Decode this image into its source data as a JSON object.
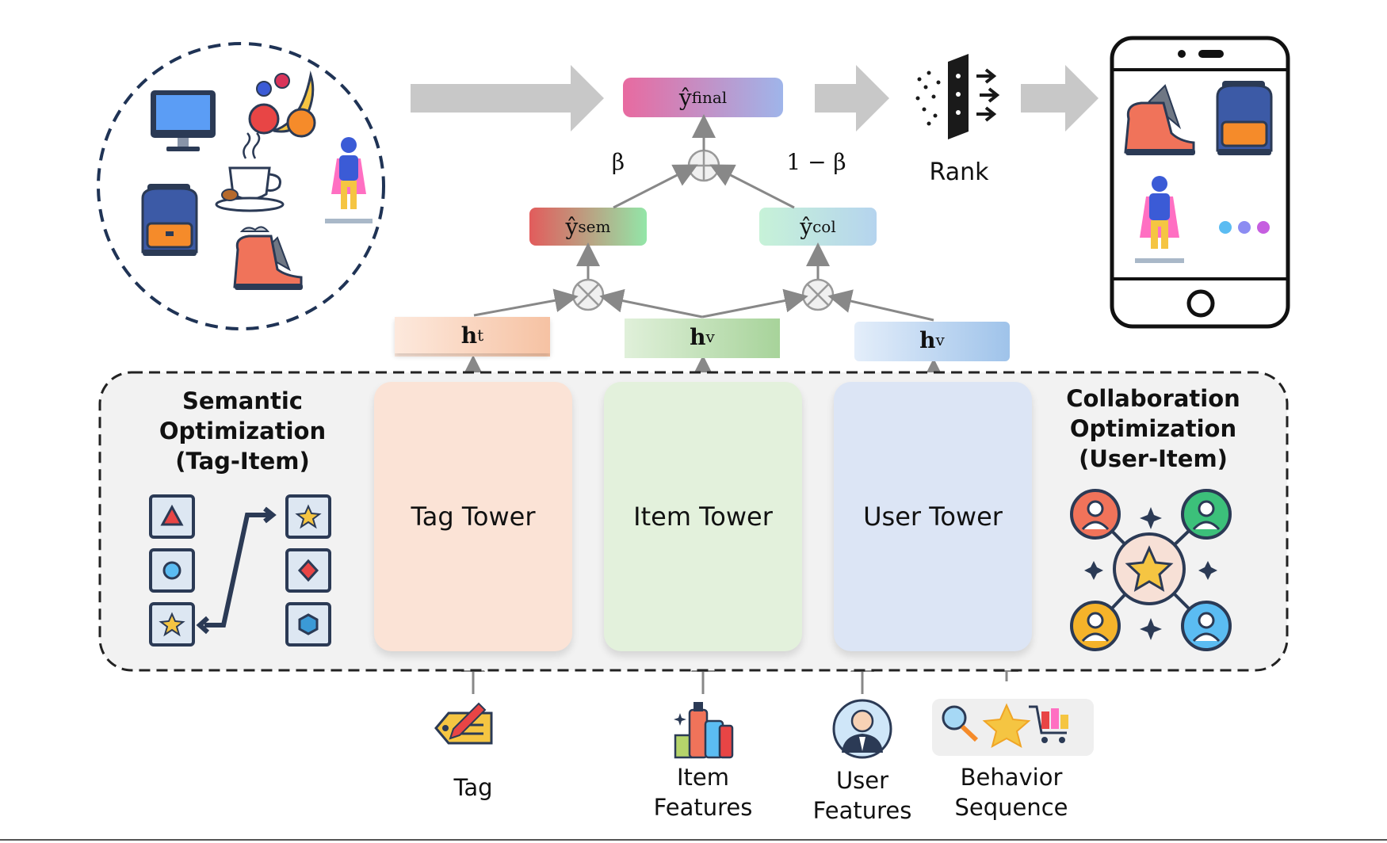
{
  "pipeline": {
    "y_final": {
      "base": "ŷ",
      "sub": "final"
    },
    "y_sem": {
      "base": "ŷ",
      "sub": "sem"
    },
    "y_col": {
      "base": "ŷ",
      "sub": "col"
    },
    "beta": "β",
    "one_minus_beta": "1 − β",
    "rank_label": "Rank"
  },
  "embeddings": {
    "ht": {
      "base": "h",
      "sub": "t"
    },
    "hv_item": {
      "base": "h",
      "sub": "v"
    },
    "hv_user": {
      "base": "h",
      "sub": "v"
    }
  },
  "towers": {
    "tag": "Tag Tower",
    "item": "Item Tower",
    "user": "User Tower"
  },
  "side_panels": {
    "semantic": [
      "Semantic",
      "Optimization",
      "(Tag-Item)"
    ],
    "collaboration": [
      "Collaboration",
      "Optimization",
      "(User-Item)"
    ]
  },
  "inputs": {
    "tag": "Tag",
    "item": [
      "Item",
      "Features"
    ],
    "user": [
      "User",
      "Features"
    ],
    "behavior": [
      "Behavior",
      "Sequence"
    ]
  },
  "colors": {
    "tag_tower": "#fbe3d6",
    "item_tower": "#e3f1dc",
    "user_tower": "#dce5f5",
    "arrow_gray": "#c8c8c8",
    "dark_navy": "#2b3a55"
  },
  "icons": [
    "monitor-icon",
    "fruit-icon",
    "coffee-icon",
    "backpack-icon",
    "superhero-icon",
    "boot-icon",
    "filter-rank-icon",
    "smartphone-icon",
    "tag-icon",
    "products-icon",
    "user-avatar-icon",
    "search-icon",
    "star-icon",
    "shopping-cart-icon",
    "network-users-icon"
  ]
}
